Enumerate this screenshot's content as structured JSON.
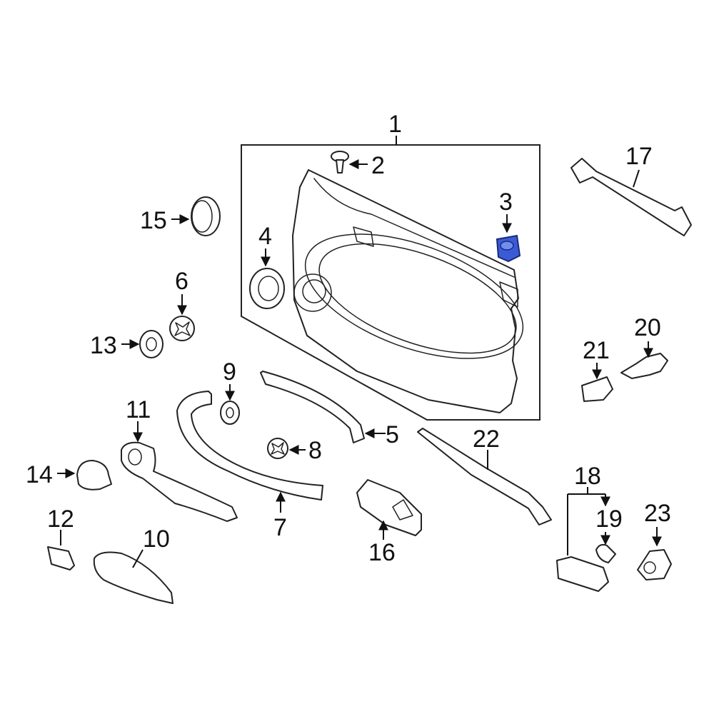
{
  "diagram": {
    "highlight_color": "#3b5bd6",
    "outline_color": "#222222",
    "callouts": [
      {
        "id": "1",
        "label": "1"
      },
      {
        "id": "2",
        "label": "2"
      },
      {
        "id": "3",
        "label": "3"
      },
      {
        "id": "4",
        "label": "4"
      },
      {
        "id": "5",
        "label": "5"
      },
      {
        "id": "6",
        "label": "6"
      },
      {
        "id": "7",
        "label": "7"
      },
      {
        "id": "8",
        "label": "8"
      },
      {
        "id": "9",
        "label": "9"
      },
      {
        "id": "10",
        "label": "10"
      },
      {
        "id": "11",
        "label": "11"
      },
      {
        "id": "12",
        "label": "12"
      },
      {
        "id": "13",
        "label": "13"
      },
      {
        "id": "14",
        "label": "14"
      },
      {
        "id": "15",
        "label": "15"
      },
      {
        "id": "16",
        "label": "16"
      },
      {
        "id": "17",
        "label": "17"
      },
      {
        "id": "18",
        "label": "18"
      },
      {
        "id": "19",
        "label": "19"
      },
      {
        "id": "20",
        "label": "20"
      },
      {
        "id": "21",
        "label": "21"
      },
      {
        "id": "22",
        "label": "22"
      },
      {
        "id": "23",
        "label": "23"
      }
    ],
    "highlighted_part": "3"
  }
}
